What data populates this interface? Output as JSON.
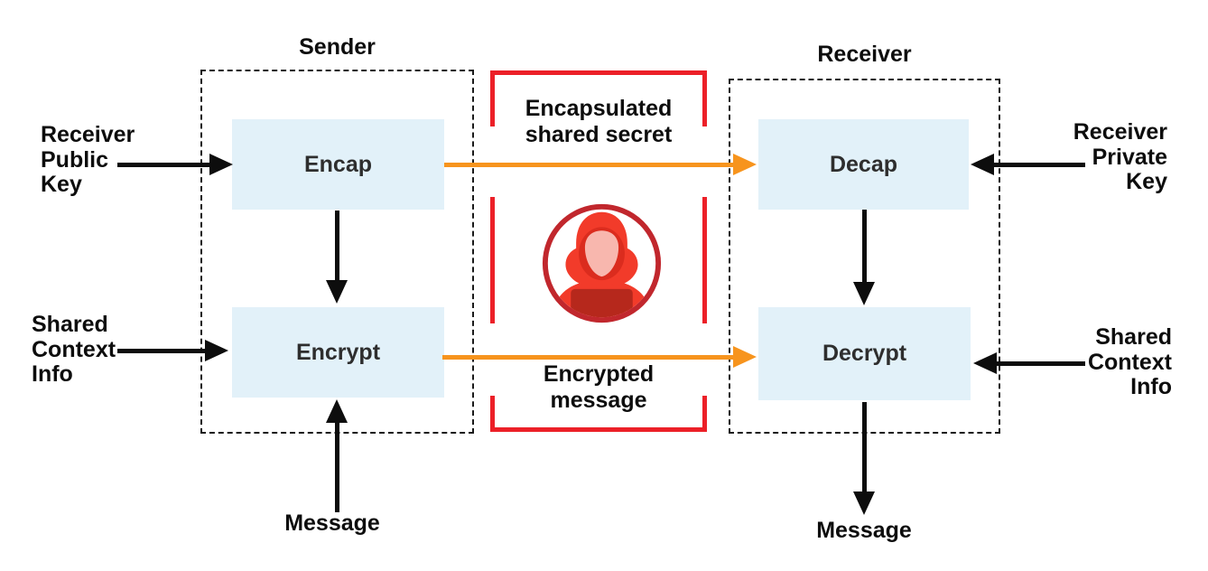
{
  "diagram": {
    "sender": {
      "title": "Sender",
      "encap_label": "Encap",
      "encrypt_label": "Encrypt"
    },
    "receiver": {
      "title": "Receiver",
      "decap_label": "Decap",
      "decrypt_label": "Decrypt"
    },
    "inputs": {
      "receiver_public_key": "Receiver\nPublic\nKey",
      "shared_context_info_left": "Shared\nContext\nInfo",
      "message_in": "Message",
      "receiver_private_key": "Receiver\nPrivate\nKey",
      "shared_context_info_right": "Shared\nContext\nInfo",
      "message_out": "Message"
    },
    "channel": {
      "encapsulated_shared_secret": "Encapsulated\nshared secret",
      "encrypted_message": "Encrypted\nmessage",
      "attacker_icon": "hacker-icon"
    }
  },
  "colors": {
    "box_fill": "#e2f1f9",
    "arrow_black": "#0d0d0d",
    "arrow_orange": "#f7941d",
    "bracket_red": "#ec2028",
    "hacker_ring": "#c1272d",
    "hacker_hood": "#f23b2a",
    "hacker_hood_shadow": "#db2c1e",
    "hacker_face": "#f8b7ae",
    "hacker_laptop": "#b6281c"
  }
}
